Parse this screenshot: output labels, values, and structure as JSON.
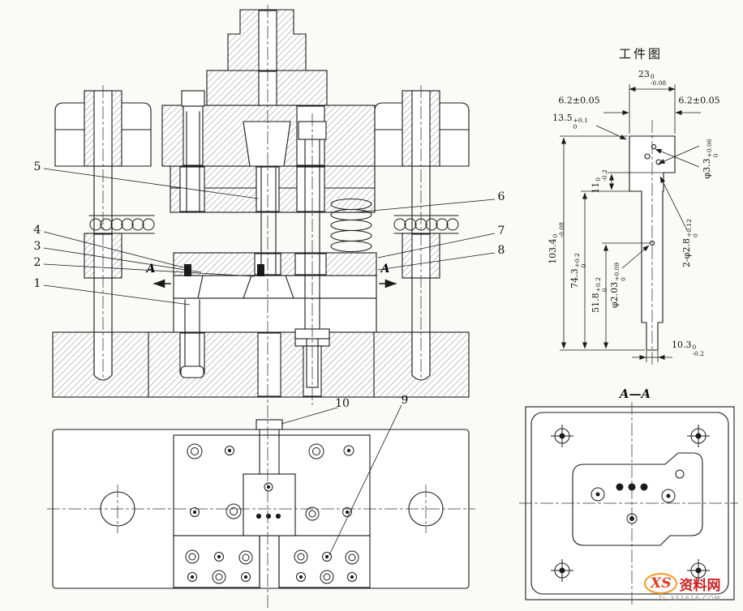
{
  "titles": {
    "workpiece": "工件图",
    "section": "A—A"
  },
  "section_arrows": {
    "left": "A",
    "right": "A"
  },
  "callouts": {
    "n1": "1",
    "n2": "2",
    "n3": "3",
    "n4": "4",
    "n5": "5",
    "n6": "6",
    "n7": "7",
    "n8": "8",
    "n9": "9",
    "n10": "10"
  },
  "dims": {
    "w23": {
      "main": "23",
      "sup": "0",
      "sub": "-0.08"
    },
    "w62l": {
      "main": "6.2±0.05"
    },
    "w62r": {
      "main": "6.2±0.05"
    },
    "w135": {
      "main": "13.5",
      "sup": "+0.1",
      "sub": "0"
    },
    "w11": {
      "main": "11",
      "sup": "0",
      "sub": "-0.2"
    },
    "w33": {
      "main": "φ3.3",
      "sup": "+0.06",
      "sub": "0"
    },
    "w1034": {
      "main": "103.4",
      "sup": "0",
      "sub": "-0.08"
    },
    "w743": {
      "main": "74.3",
      "sup": "+0.2",
      "sub": "0"
    },
    "w518": {
      "main": "51.8",
      "sup": "+0.2",
      "sub": "0"
    },
    "w203": {
      "main": "φ2.03",
      "sup": "+0.09",
      "sub": "0"
    },
    "w28": {
      "main": "2-φ2.8",
      "sup": "+0.12",
      "sub": "0"
    },
    "w103": {
      "main": "10.3",
      "sup": "0",
      "sub": "-0.2"
    }
  },
  "watermark": {
    "logo": "XS",
    "site": "资料网",
    "url": "ZL.XS1616.COM"
  },
  "colors": {
    "line": "#1a1a1a",
    "paper": "#fafaf8",
    "watermark_orange": "#f59a23",
    "watermark_red": "#cc2222"
  }
}
